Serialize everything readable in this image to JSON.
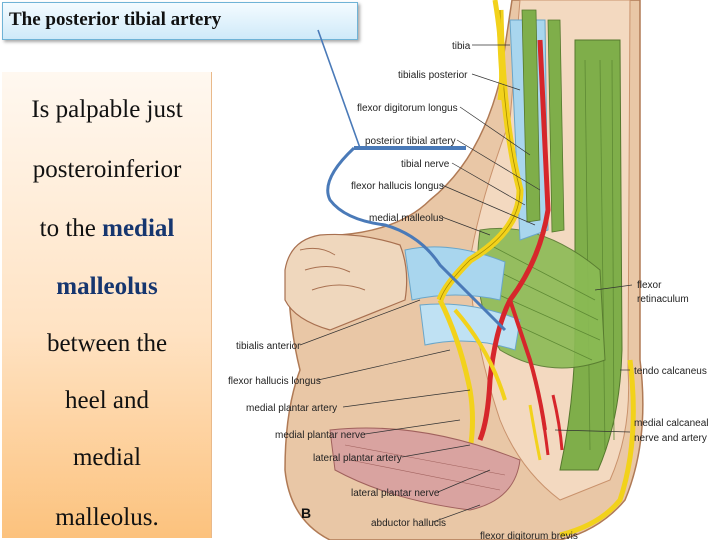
{
  "slide": {
    "title": "The posterior tibial artery",
    "body": {
      "line1": "Is palpable just",
      "line2": "posteroinferior",
      "line3_prefix": "to the ",
      "line3_emph": "medial",
      "line4": "malleolus",
      "line5": "between the",
      "line6": "heel and",
      "line7": "medial",
      "line8": "malleolus."
    }
  },
  "figure": {
    "panel_letter": "B",
    "labels": {
      "tibia": "tibia",
      "tibialis_posterior": "tibialis posterior",
      "flexor_digitorum_longus": "flexor digitorum longus",
      "posterior_tibial_artery": "posterior tibial artery",
      "tibial_nerve": "tibial nerve",
      "flexor_hallucis_longus_upper": "flexor hallucis longus",
      "medial_malleolus": "medial malleolus",
      "flexor_retinaculum_line1": "flexor",
      "flexor_retinaculum_line2": "retinaculum",
      "tibialis_anterior": "tibialis anterior",
      "flexor_hallucis_longus_lower": "flexor hallucis longus",
      "tendo_calcaneus": "tendo calcaneus",
      "medial_plantar_artery": "medial plantar artery",
      "medial_plantar_nerve": "medial plantar nerve",
      "medial_calcaneal_line1": "medial calcaneal",
      "medial_calcaneal_line2": "nerve and artery",
      "lateral_plantar_artery": "lateral plantar artery",
      "lateral_plantar_nerve": "lateral plantar nerve",
      "abductor_hallucis": "abductor hallucis",
      "flexor_digitorum_brevis": "flexor digitorum brevis"
    },
    "colors": {
      "artery": "#d6262b",
      "nerve": "#f2d21b",
      "muscle": "#7fae4a",
      "tendon_sheath": "#a9d6ee",
      "skin": "#e9c7a6",
      "pointer": "#4a7ab8"
    }
  }
}
